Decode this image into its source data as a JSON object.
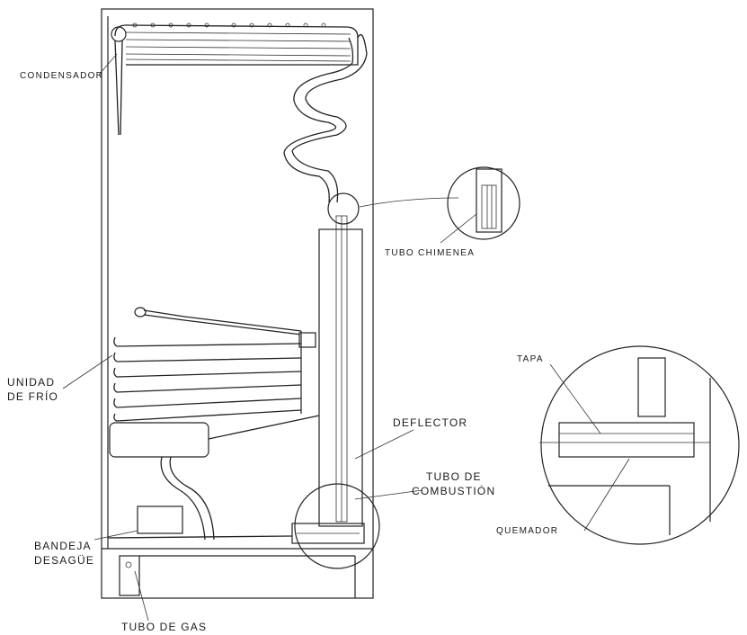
{
  "labels": {
    "condensador": "CONDENSADOR",
    "tubo_chimenea": "TUBO CHIMENEA",
    "unidad_frio_1": "UNIDAD",
    "unidad_frio_2": "DE FRÍO",
    "deflector": "DEFLECTOR",
    "tubo_combustion_1": "TUBO DE",
    "tubo_combustion_2": "COMBUSTIÓN",
    "bandeja_1": "BANDEJA",
    "bandeja_2": "DESAGÜE",
    "tubo_gas": "TUBO DE GAS",
    "tapa": "TAPA",
    "quemador": "QUEMADOR"
  }
}
